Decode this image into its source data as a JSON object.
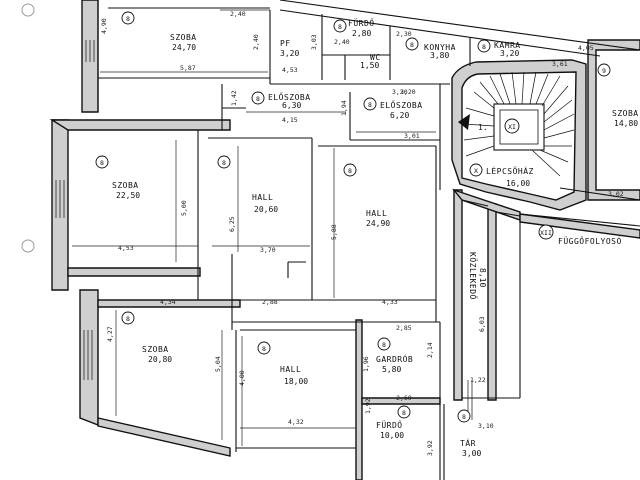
{
  "rooms": [
    {
      "name": "SZOBA",
      "area": "24,70",
      "badge": "8"
    },
    {
      "name": "FÜRDŐ",
      "area": "2,80",
      "badge": "8"
    },
    {
      "name": "KONYHA",
      "area": "3,80",
      "badge": "8"
    },
    {
      "name": "KAMRA",
      "area": "3,20",
      "badge": "8"
    },
    {
      "name": "SZOBA",
      "area": "14,80",
      "badge": "9"
    },
    {
      "name": "PF",
      "area": "3,20",
      "badge": ""
    },
    {
      "name": "WC",
      "area": "1,50",
      "badge": ""
    },
    {
      "name": "ELŐSZOBA",
      "area": "6,30",
      "badge": "8"
    },
    {
      "name": "ELŐSZOBA",
      "area": "6,20",
      "badge": "8"
    },
    {
      "name": "SZOBA",
      "area": "22,50",
      "badge": "8"
    },
    {
      "name": "HALL",
      "area": "20,60",
      "badge": "8"
    },
    {
      "name": "HALL",
      "area": "24,90",
      "badge": "8"
    },
    {
      "name": "LÉPCSŐHÁZ",
      "area": "16,00",
      "badge": "X"
    },
    {
      "name": "FÜGGŐFOLYOSÓ",
      "area": "",
      "badge": "XII"
    },
    {
      "name": "KÖZLEKEDŐ",
      "area": "8,10",
      "badge": ""
    },
    {
      "name": "SZOBA",
      "area": "20,80",
      "badge": "8"
    },
    {
      "name": "HALL",
      "area": "18,00",
      "badge": "8"
    },
    {
      "name": "GARDRÓB",
      "area": "5,80",
      "badge": "8"
    },
    {
      "name": "FÜRDŐ",
      "area": "10,00",
      "badge": "8"
    },
    {
      "name": "TÁR",
      "area": "3,00",
      "badge": "8"
    }
  ],
  "stair_badge": "XI",
  "stair_number": "1.",
  "dimensions": [
    "2,40",
    "4,90",
    "5,87",
    "2,40",
    "3,03",
    "4,53",
    "2,40",
    "3,20",
    "2,30",
    "4,05",
    "3,61",
    "1,42",
    "4,15",
    "1,94",
    "3,20",
    "3,01",
    "5,00",
    "6,25",
    "3,70",
    "5,88",
    "4,53",
    "4,34",
    "2,88",
    "4,33",
    "3,02",
    "4,27",
    "5,04",
    "4,00",
    "2,85",
    "6,03",
    "1,96",
    "4,32",
    "2,60",
    "1,92",
    "3,92",
    "1,22",
    "2,14",
    "3,10"
  ]
}
